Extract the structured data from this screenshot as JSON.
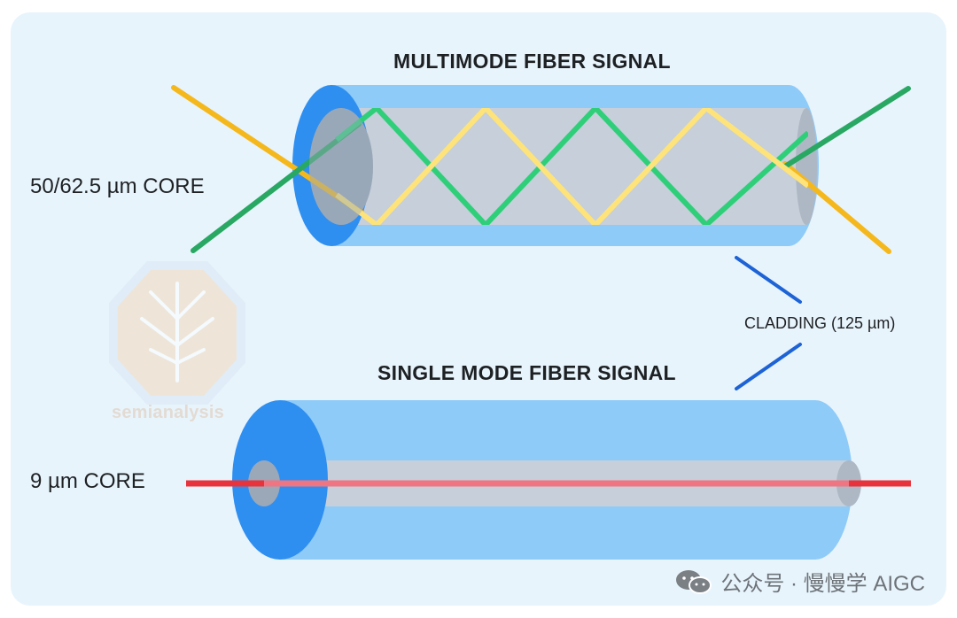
{
  "titles": {
    "multimode": "MULTIMODE FIBER SIGNAL",
    "single_mode": "SINGLE MODE FIBER SIGNAL"
  },
  "labels": {
    "multimode_core": "50/62.5 µm CORE",
    "single_mode_core": "9 µm CORE",
    "cladding": "CLADDING (125 µm)"
  },
  "watermark": {
    "text": "semianalysis"
  },
  "footer": {
    "text": "公众号 · 慢慢学 AIGC",
    "icon": "wechat-icon"
  },
  "colors": {
    "panel_background": "#e8f4fc",
    "cladding": "#8ecbf8",
    "cladding_end": "#2f8ff0",
    "core": "#c6cfda",
    "core_end": "#aeb8c4",
    "ray_green": "#2fcf7a",
    "ray_yellow": "#f5c72a",
    "signal_red": "#e8333d",
    "pointer": "#1d63d6"
  }
}
